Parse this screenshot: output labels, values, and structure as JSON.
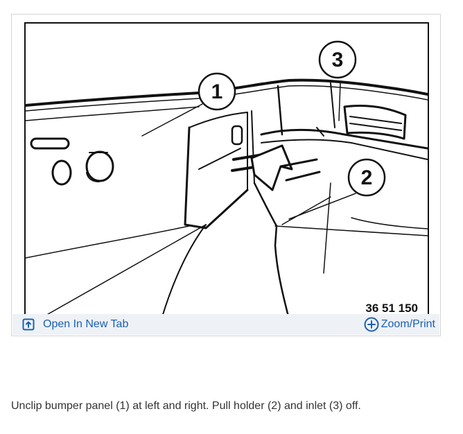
{
  "figure": {
    "number": "36 51 150",
    "callouts": [
      "1",
      "2",
      "3"
    ]
  },
  "toolbar": {
    "open_tab_label": "Open In New Tab",
    "zoom_label": "Zoom/Print",
    "open_tab_icon": "open-in-new-tab-icon",
    "zoom_icon": "zoom-plus-icon"
  },
  "caption": "Unclip bumper panel (1) at left and right. Pull holder (2) and inlet (3) off.",
  "colors": {
    "link": "#1a5fb4",
    "toolbar_bg": "#eef1f5",
    "caption_text": "#333333"
  }
}
